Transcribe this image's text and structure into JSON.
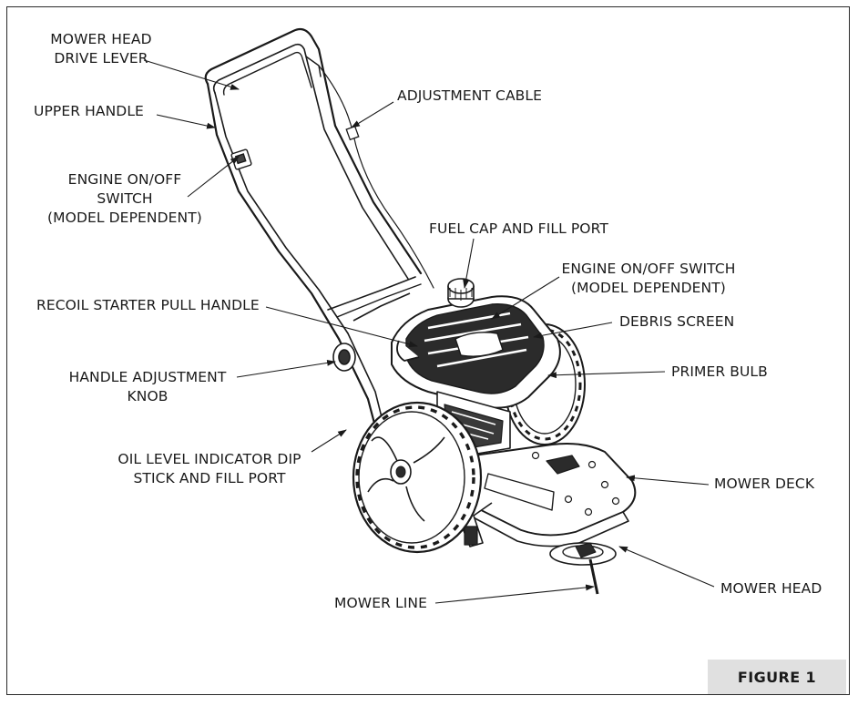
{
  "figure_label": "FIGURE 1",
  "labels": {
    "mower_head_drive_lever": "MOWER HEAD\nDRIVE LEVER",
    "upper_handle": "UPPER HANDLE",
    "engine_switch_left": "ENGINE ON/OFF\nSWITCH\n(MODEL DEPENDENT)",
    "recoil_starter": "RECOIL STARTER PULL HANDLE",
    "handle_adjustment_knob": "HANDLE ADJUSTMENT\nKNOB",
    "oil_level": "OIL LEVEL INDICATOR DIP\nSTICK AND FILL PORT",
    "mower_line": "MOWER LINE",
    "adjustment_cable": "ADJUSTMENT CABLE",
    "fuel_cap": "FUEL CAP AND FILL PORT",
    "engine_switch_right": "ENGINE ON/OFF SWITCH\n(MODEL DEPENDENT)",
    "debris_screen": "DEBRIS SCREEN",
    "primer_bulb": "PRIMER BULB",
    "mower_deck": "MOWER DECK",
    "mower_head": "MOWER HEAD"
  }
}
